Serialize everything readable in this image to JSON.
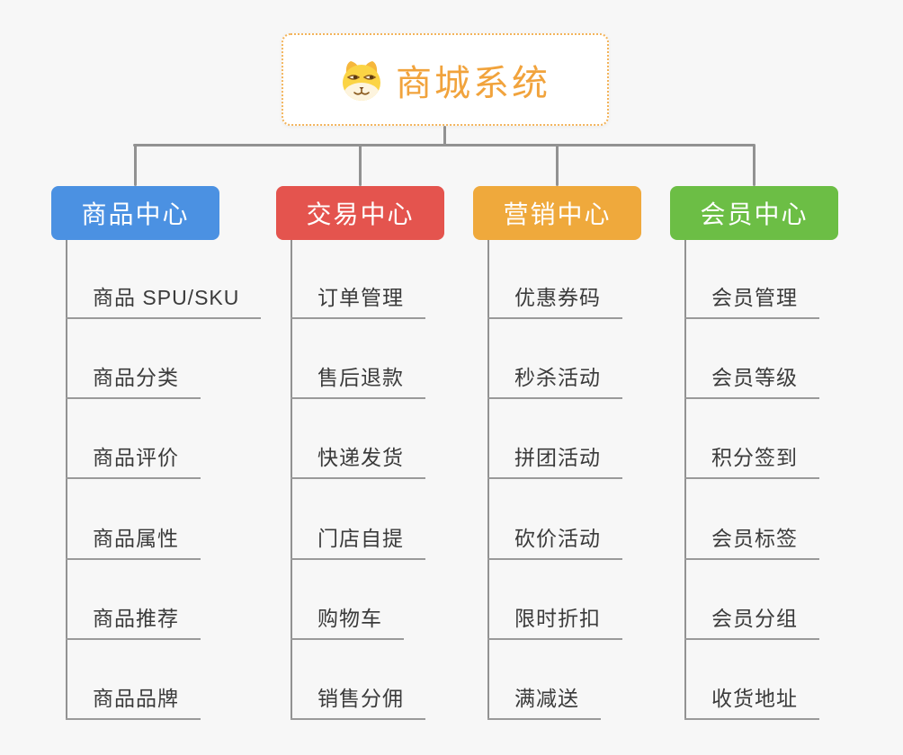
{
  "root": {
    "title": "商城系统",
    "title_color": "#f1a33c",
    "border_color": "#f3b45b",
    "icon": "dog-icon"
  },
  "connector_color": "#929292",
  "underline_color": "#9a9a9a",
  "branches": [
    {
      "label": "商品中心",
      "color": "#4b91e2",
      "items": [
        "商品 SPU/SKU",
        "商品分类",
        "商品评价",
        "商品属性",
        "商品推荐",
        "商品品牌"
      ]
    },
    {
      "label": "交易中心",
      "color": "#e4544e",
      "items": [
        "订单管理",
        "售后退款",
        "快递发货",
        "门店自提",
        "购物车",
        "销售分佣"
      ]
    },
    {
      "label": "营销中心",
      "color": "#efa93c",
      "items": [
        "优惠券码",
        "秒杀活动",
        "拼团活动",
        "砍价活动",
        "限时折扣",
        "满减送"
      ]
    },
    {
      "label": "会员中心",
      "color": "#6cbe45",
      "items": [
        "会员管理",
        "会员等级",
        "积分签到",
        "会员标签",
        "会员分组",
        "收货地址"
      ]
    }
  ]
}
